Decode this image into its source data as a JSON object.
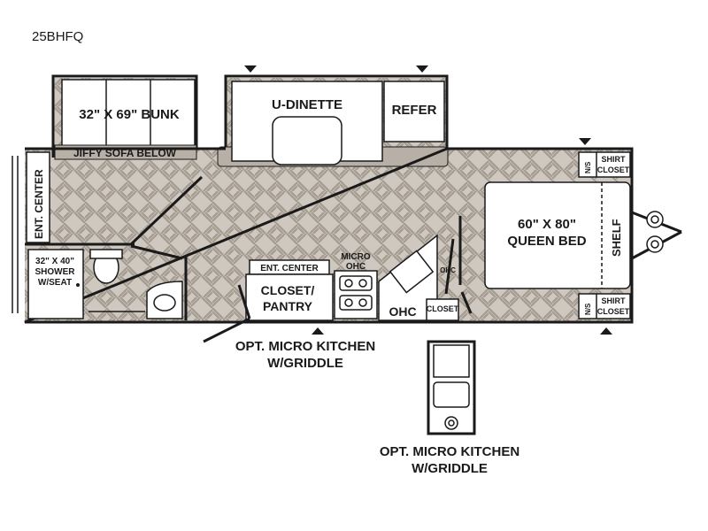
{
  "model_name": "25BHFQ",
  "labels": {
    "bunk": "32\" X 69\" BUNK",
    "u_dinette": "U-DINETTE",
    "refer": "REFER",
    "jiffy_sofa": "JIFFY SOFA BELOW",
    "ent_center_left": "ENT. CENTER",
    "shower_1": "32\" X 40\"",
    "shower_2": "SHOWER",
    "shower_3": "W/SEAT",
    "ent_center_mid": "ENT. CENTER",
    "closet_pantry_1": "CLOSET/",
    "closet_pantry_2": "PANTRY",
    "micro_1": "MICRO",
    "micro_2": "OHC",
    "ohc_small": "OHC",
    "ohc_big": "OHC",
    "closet_small": "CLOSET",
    "queen_bed_1": "60\" X 80\"",
    "queen_bed_2": "QUEEN BED",
    "shelf": "SHELF",
    "ns_top": "N/S",
    "ns_bottom": "N/S",
    "shirt_closet_top_1": "SHIRT",
    "shirt_closet_top_2": "CLOSET",
    "shirt_closet_bottom_1": "SHIRT",
    "shirt_closet_bottom_2": "CLOSET",
    "opt_micro_1_a": "OPT. MICRO KITCHEN",
    "opt_micro_1_b": "W/GRIDDLE",
    "opt_micro_2_a": "OPT. MICRO KITCHEN",
    "opt_micro_2_b": "W/GRIDDLE"
  }
}
